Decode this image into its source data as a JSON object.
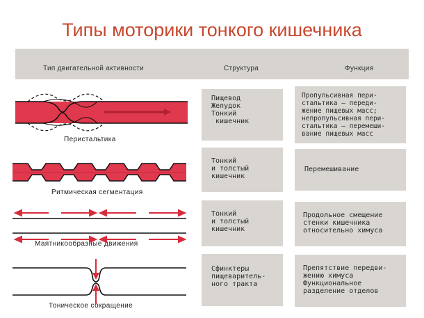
{
  "title": "Типы моторики тонкого кишечника",
  "headers": {
    "type": "Тип двигательной активности",
    "structure": "Структура",
    "function": "Функция"
  },
  "rows": [
    {
      "label": "Перистальтика",
      "structure": "Пищевод\nЖелудок\nТонкий\n кишечник",
      "function": "Пропульсивная пери-\nстальтика — переди-\nжение пищевых масс;\nнепропульсивная пери-\nстальтика — перемеши-\nвание пищевых масс"
    },
    {
      "label": "Ритмическая сегментация",
      "structure": "Тонкий\nи толстый\nкишечник",
      "function": "Перемешивание"
    },
    {
      "label": "Маятникообразные движения",
      "structure": "Тонкий\nи толстый\nкишечник",
      "function": "Продольное смещение\nстенки кишечника\nотносительно химуса"
    },
    {
      "label": "Тоническое сокращение",
      "structure": "Сфинктеры\nпищеваритель-\nного тракта",
      "function": "Препятствие передви-\nжению химуса\nФункциональное\nразделение отделов"
    }
  ],
  "colors": {
    "title": "#c8482e",
    "intestine": "#e0384c",
    "box": "#d9d6d2",
    "header": "#d7d4cf"
  }
}
